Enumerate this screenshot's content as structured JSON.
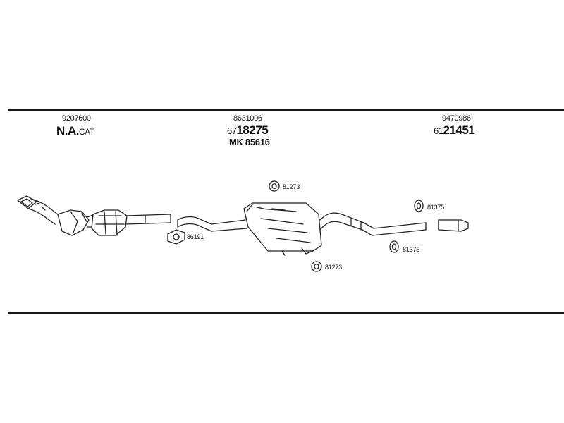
{
  "groups": [
    {
      "number": "9207600",
      "code_main": "N.A.",
      "code_suffix": "CAT"
    },
    {
      "number": "8631006",
      "code_prefix": "67",
      "code_main": "18275",
      "sub_label": "MK 85616"
    },
    {
      "number": "9470986",
      "code_prefix": "61",
      "code_main": "21451"
    }
  ],
  "parts": {
    "gasket": "86191",
    "muffler_hanger_top": "81273",
    "muffler_hanger_bottom": "81273",
    "tail_hanger_top": "81375",
    "tail_hanger_bottom": "81375"
  }
}
